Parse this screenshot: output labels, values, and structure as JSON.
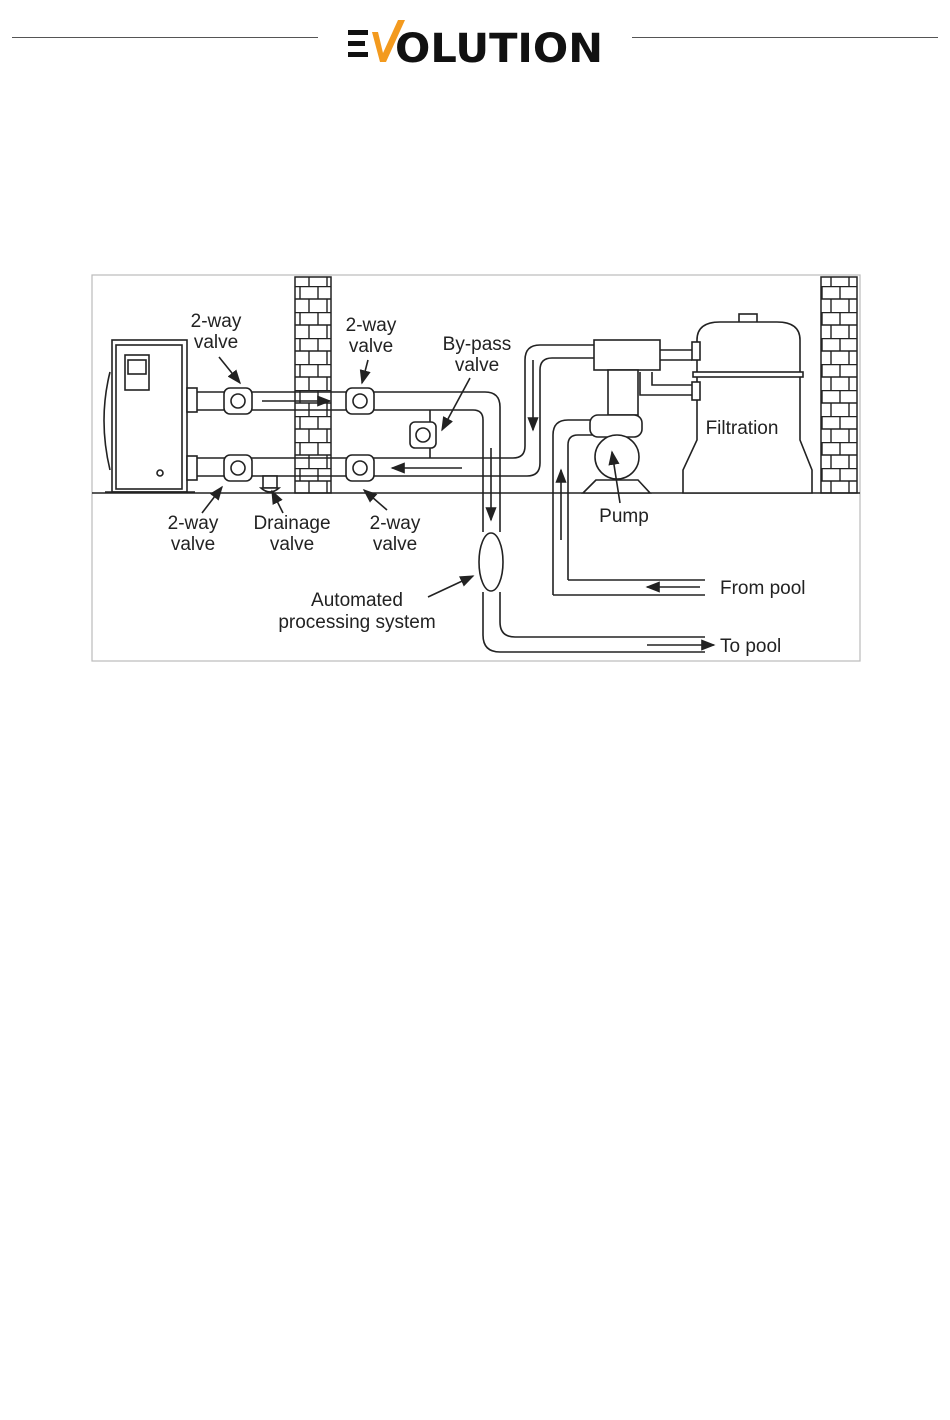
{
  "header": {
    "logo_text": "EVOLUTION",
    "logo_accent_color": "#f39a1e",
    "logo_color": "#111111"
  },
  "diagram": {
    "labels": {
      "valve_top_left": [
        "2-way",
        "valve"
      ],
      "valve_top_right": [
        "2-way",
        "valve"
      ],
      "bypass": [
        "By-pass",
        "valve"
      ],
      "valve_bottom_left": [
        "2-way",
        "valve"
      ],
      "drainage": [
        "Drainage",
        "valve"
      ],
      "valve_bottom_right": [
        "2-way",
        "valve"
      ],
      "automated": [
        "Automated",
        "processing system"
      ],
      "pump": "Pump",
      "filtration": "Filtration",
      "from_pool": "From pool",
      "to_pool": "To pool"
    }
  }
}
